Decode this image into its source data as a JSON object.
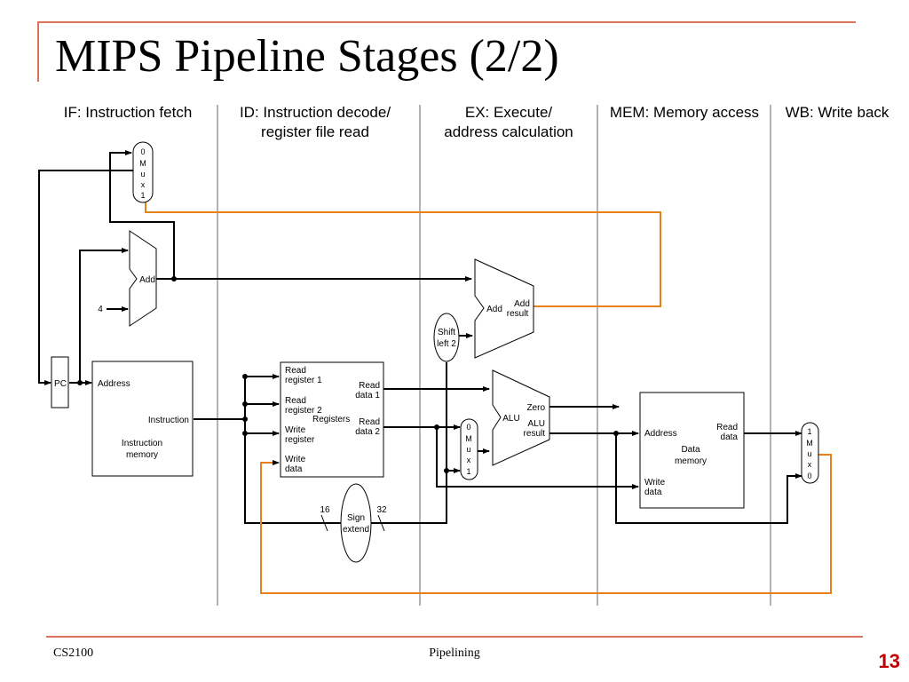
{
  "slide": {
    "title": "MIPS Pipeline Stages (2/2)",
    "footer_left": "CS2100",
    "footer_center": "Pipelining",
    "page_number": "13",
    "accent_color": "#d9745a"
  },
  "stages": [
    {
      "label": "IF: Instruction fetch"
    },
    {
      "label": "ID: Instruction decode/\nregister file read"
    },
    {
      "label": "EX: Execute/\naddress calculation"
    },
    {
      "label": "MEM: Memory access"
    },
    {
      "label": "WB: Write back"
    }
  ],
  "diagram": {
    "mux_pc": [
      "0",
      "M",
      "u",
      "x",
      "1"
    ],
    "add_pc": "Add",
    "const_four": "4",
    "pc": "PC",
    "imem_address": "Address",
    "imem_instruction": "Instruction",
    "imem_name": [
      "Instruction",
      "memory"
    ],
    "reg_read1": [
      "Read",
      "register 1"
    ],
    "reg_read2": [
      "Read",
      "register 2"
    ],
    "reg_write_reg": [
      "Write",
      "register"
    ],
    "reg_write_data": [
      "Write",
      "data"
    ],
    "reg_name": "Registers",
    "reg_out1": [
      "Read",
      "data 1"
    ],
    "reg_out2": [
      "Read",
      "data 2"
    ],
    "sign_extend": [
      "Sign",
      "extend"
    ],
    "bits_in": "16",
    "bits_out": "32",
    "shift_left": [
      "Shift",
      "left 2"
    ],
    "add_branch": "Add",
    "add_result": [
      "Add",
      "result"
    ],
    "mux_alu": [
      "0",
      "M",
      "u",
      "x",
      "1"
    ],
    "alu": "ALU",
    "alu_zero": "Zero",
    "alu_result": [
      "ALU",
      "result"
    ],
    "dmem_address": "Address",
    "dmem_read": [
      "Read",
      "data"
    ],
    "dmem_write": [
      "Write",
      "data"
    ],
    "dmem_name": [
      "Data",
      "memory"
    ],
    "mux_wb": [
      "1",
      "M",
      "u",
      "x",
      "0"
    ]
  }
}
